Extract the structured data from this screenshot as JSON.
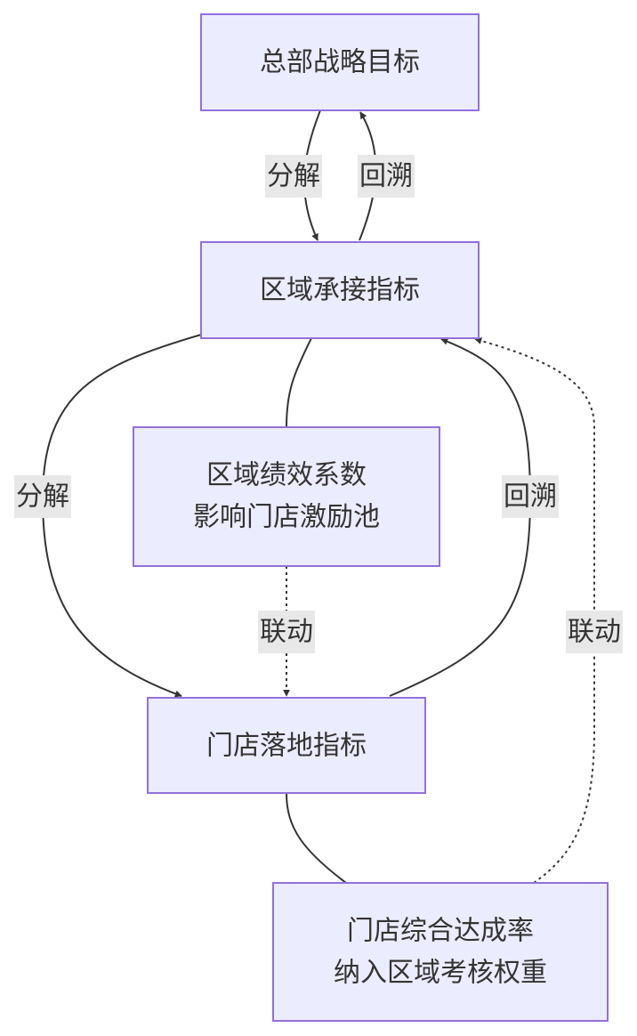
{
  "nodes": {
    "hq": {
      "lines": [
        "总部战略目标"
      ]
    },
    "region": {
      "lines": [
        "区域承接指标"
      ]
    },
    "region_coef": {
      "lines": [
        "区域绩效系数",
        "影响门店激励池"
      ]
    },
    "store": {
      "lines": [
        "门店落地指标"
      ]
    },
    "store_rate": {
      "lines": [
        "门店综合达成率",
        "纳入区域考核权重"
      ]
    }
  },
  "edges": {
    "hq_to_region": "分解",
    "region_to_hq": "回溯",
    "region_to_store": "分解",
    "store_to_region": "回溯",
    "coef_to_store": "联动",
    "rate_to_region": "联动"
  },
  "colors": {
    "node_fill": "#ECECFF",
    "node_stroke": "#9370DB",
    "edge": "#333333",
    "label_bg": "#e8e8e8",
    "text": "#333333"
  }
}
